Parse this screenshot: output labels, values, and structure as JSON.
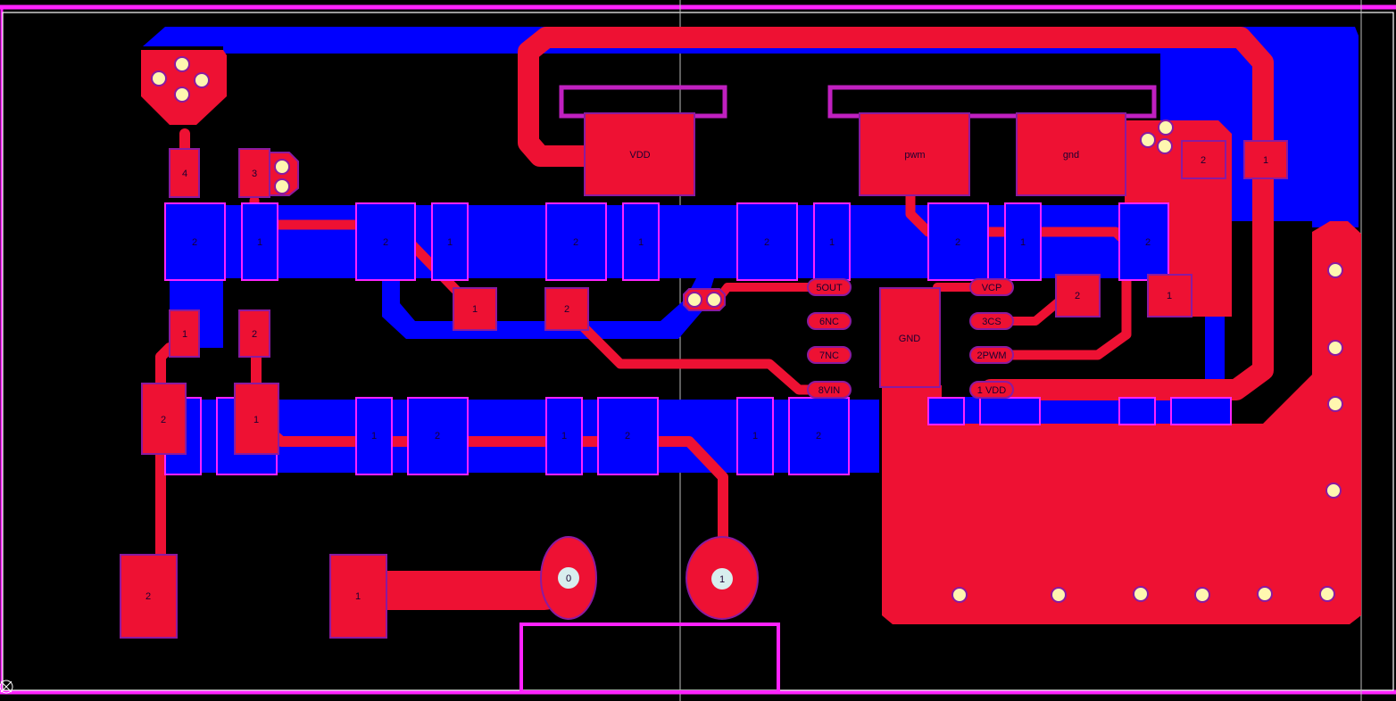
{
  "board": {
    "colors": {
      "background": "#000000",
      "top_copper": "#ee1133",
      "bottom_copper": "#0000ff",
      "outline": "#ff22ff",
      "pad_outline": "#8a1aa0",
      "via": "#fff7b0"
    },
    "labels": {
      "vdd": "VDD",
      "pwm": "pwm",
      "gnd": "gnd",
      "gnd_pad": "GND",
      "pin5": "5OUT",
      "pin6": "6NC",
      "pin7": "7NC",
      "pin8": "8VIN",
      "pin_vcp": "VCP",
      "pin3": "3CS",
      "pin2": "2PWM",
      "pin1": "1 VDD",
      "hole0": "0",
      "hole1": "1",
      "n1": "1",
      "n2": "2",
      "n3": "3",
      "n4": "4"
    }
  }
}
